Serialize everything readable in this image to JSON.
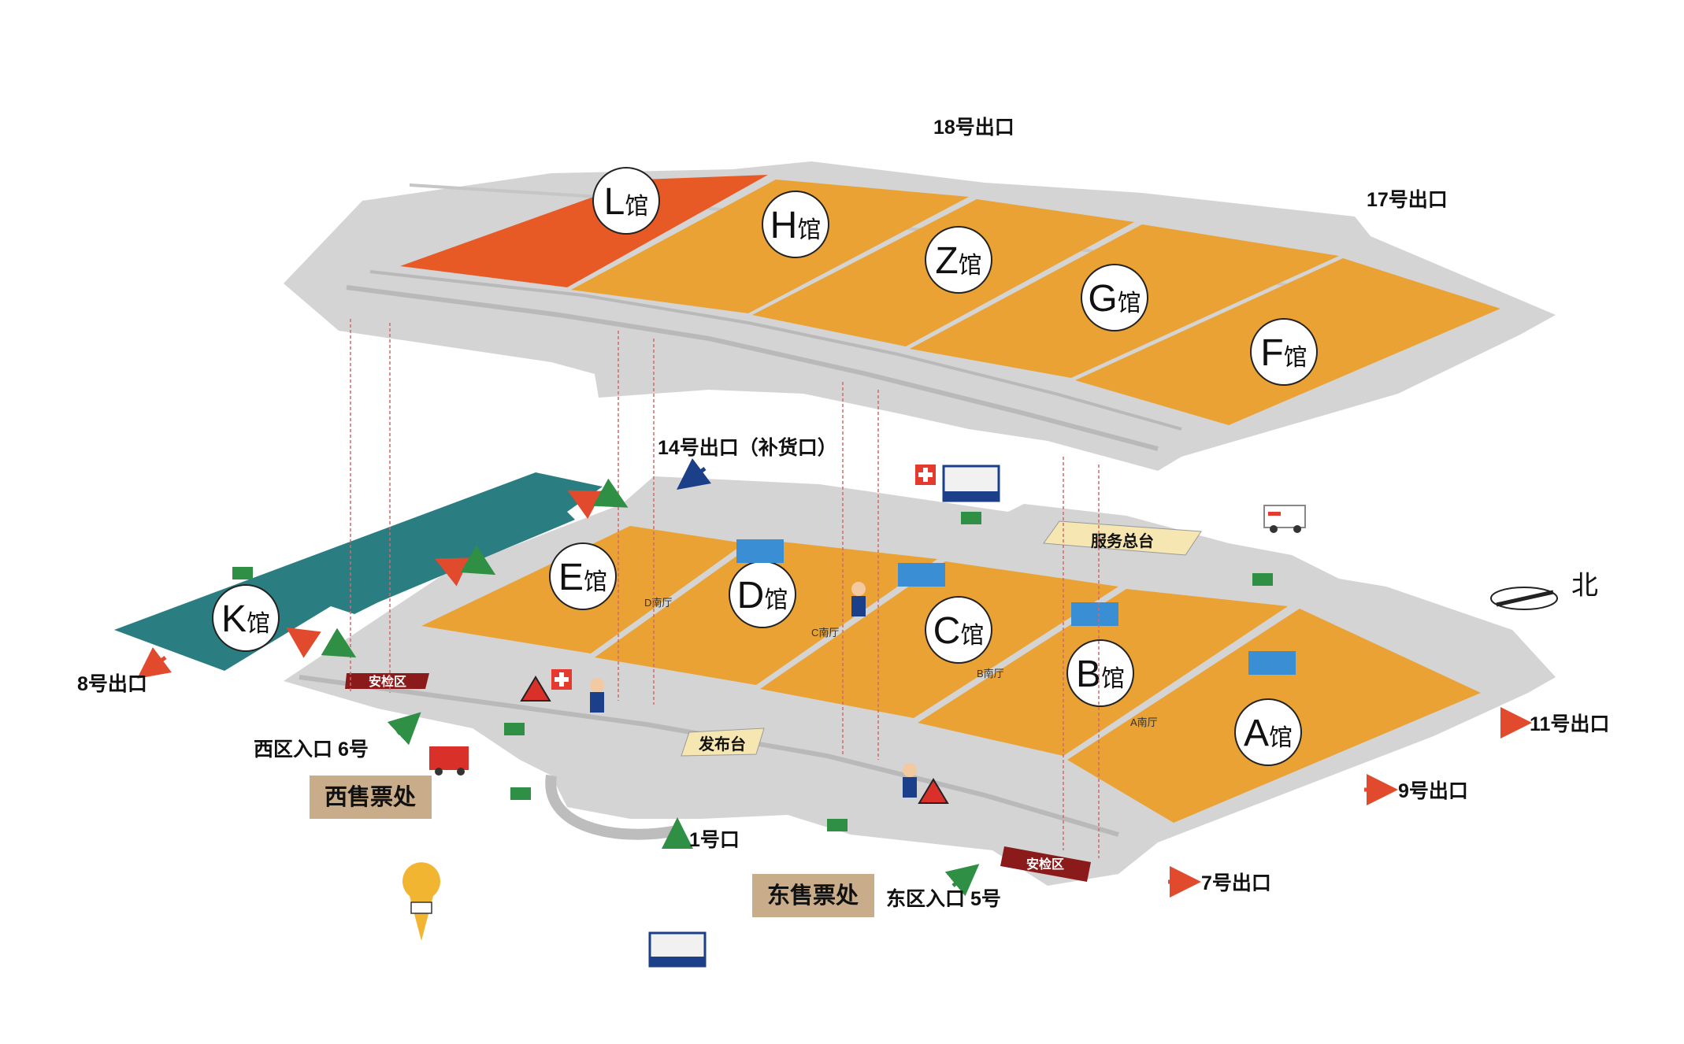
{
  "upper_floor": {
    "halls": [
      {
        "id": "L",
        "suffix": "馆",
        "color": "#e85a25"
      },
      {
        "id": "H",
        "suffix": "馆",
        "color": "#e9a233"
      },
      {
        "id": "Z",
        "suffix": "馆",
        "color": "#e9a233"
      },
      {
        "id": "G",
        "suffix": "馆",
        "color": "#e9a233"
      },
      {
        "id": "F",
        "suffix": "馆",
        "color": "#e9a233"
      }
    ]
  },
  "lower_floor": {
    "halls": [
      {
        "id": "E",
        "suffix": "馆",
        "color": "#e9a233"
      },
      {
        "id": "D",
        "suffix": "馆",
        "color": "#e9a233"
      },
      {
        "id": "C",
        "suffix": "馆",
        "color": "#e9a233"
      },
      {
        "id": "B",
        "suffix": "馆",
        "color": "#e9a233"
      },
      {
        "id": "A",
        "suffix": "馆",
        "color": "#e9a233"
      },
      {
        "id": "K",
        "suffix": "馆",
        "color": "#2a7d80"
      }
    ],
    "lobbies": [
      "D南厅",
      "C南厅",
      "B南厅",
      "A南厅"
    ]
  },
  "exits": {
    "exit_18": "18号出口",
    "exit_17": "17号出口",
    "exit_14": "14号出口（补货口）",
    "exit_8": "8号出口",
    "exit_11": "11号出口",
    "exit_9": "9号出口",
    "exit_7": "7号出口",
    "entrance_1": "1号口",
    "west_entrance": "西区入口 6号",
    "east_entrance": "东区入口 5号"
  },
  "ticket_offices": {
    "west": "西售票处",
    "east": "东售票处"
  },
  "facilities": {
    "service_desk": "服务总台",
    "info_desk": "发布台",
    "security_zone": "安检区"
  },
  "compass": {
    "north": "北"
  },
  "colors": {
    "orange_hall": "#e9a233",
    "highlight_hall": "#e85a25",
    "k_hall": "#2a7d80",
    "floor": "#d4d4d4",
    "exit_arrow": "#e24a2e",
    "entry_arrow": "#2f8f45",
    "plaque": "#c9ad8a",
    "security": "#8b1b1b"
  }
}
